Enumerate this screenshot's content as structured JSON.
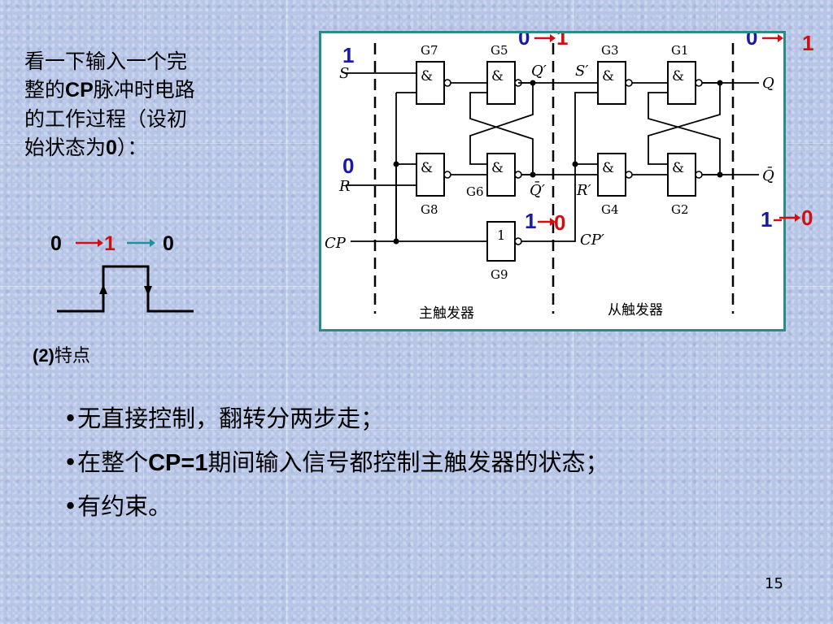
{
  "intro": {
    "line1": "看一下输入一个完",
    "line2_pre": "整的",
    "line2_bold": "CP",
    "line2_post": "脉冲时电路",
    "line3": "的工作过程（设初",
    "line4_pre": "始状态为",
    "line4_bold": "0",
    "line4_post": "）："
  },
  "pulse": {
    "v0": "0",
    "v1": "1",
    "v2": "0"
  },
  "section": {
    "num": "(2)",
    "title": "特点"
  },
  "circuit": {
    "gates": [
      "G7",
      "G5",
      "G3",
      "G1",
      "G8",
      "G6",
      "G4",
      "G2",
      "G9"
    ],
    "gate_symbols": {
      "nand": "&",
      "not": "1"
    },
    "inputs": {
      "s": "S",
      "r": "R",
      "cp": "CP"
    },
    "mid_labels": {
      "qp": "Q′",
      "qbarp": "Q̄′",
      "sp": "S′",
      "rp": "R′",
      "cpp": "CP′"
    },
    "outputs": {
      "q": "Q",
      "qbar": "Q̄"
    },
    "sections": {
      "master": "主触发器",
      "slave": "从触发器"
    },
    "states": {
      "s_value": "1",
      "r_value": "0",
      "qp_from": "0",
      "qp_to": "1",
      "q_from": "0",
      "q_to": "1",
      "cpp_from": "1",
      "cpp_to": "0",
      "qbar_from": "1",
      "qbar_to": "0"
    }
  },
  "bullets": {
    "b1": "•无直接控制，翻转分两步走；",
    "b2_pre": "•在整个",
    "b2_bold": "CP=1",
    "b2_post": "期间输入信号都控制主触发器的状态；",
    "b3": "•有约束。"
  },
  "page_number": "15",
  "colors": {
    "state_blue": "#1a1aa8",
    "state_red": "#d01010",
    "teal": "#2a8c86",
    "arrow_teal": "#1f8fa0"
  }
}
